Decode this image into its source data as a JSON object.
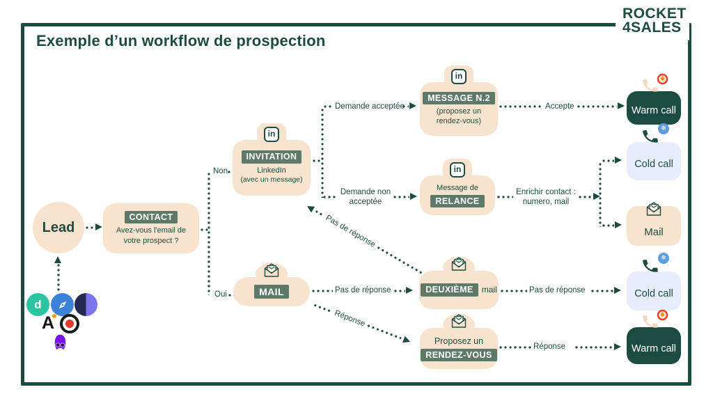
{
  "page": {
    "title": "Exemple d’un workflow de prospection"
  },
  "logo": {
    "line1": "ROCKET",
    "line2": "4SALES"
  },
  "colors": {
    "dark_green": "#1d4b41",
    "badge_green": "#5f7969",
    "beige": "#f8e4ce",
    "cold_blue_bg": "#e7edfc",
    "warm_bg": "#1c4b41",
    "flame_red": "#e8402e",
    "snow_blue": "#5f9ce2"
  },
  "nodes": {
    "lead": {
      "label": "Lead"
    },
    "contact": {
      "badge": "CONTACT",
      "line1": "Avez-vous l'email de",
      "line2": "votre prospect ?"
    },
    "invitation": {
      "badge": "INVITATION",
      "line1": "LinkedIn",
      "line2": "(avec un message)"
    },
    "message_n2": {
      "badge": "MESSAGE N.2",
      "line1": "(proposez un",
      "line2": "rendez-vous)"
    },
    "relance": {
      "line1": "Message de",
      "badge": "RELANCE"
    },
    "mail": {
      "badge": "MAIL"
    },
    "deuxieme": {
      "badge": "DEUXIÈME",
      "suffix": "mail"
    },
    "rendez_vous": {
      "line1": "Proposez un",
      "badge": "RENDEZ-VOUS"
    },
    "warm_call_top": {
      "label": "Warm call"
    },
    "cold_call_top": {
      "label": "Cold call"
    },
    "mail_right": {
      "label": "Mail"
    },
    "cold_call_bottom": {
      "label": "Cold call"
    },
    "warm_call_bottom": {
      "label": "Warm call"
    }
  },
  "labels": {
    "non": "Non",
    "oui": "Oui",
    "demande_acceptee": "Demande acceptée",
    "accepte": "Accepte",
    "demande_non_1": "Demande non",
    "demande_non_2": "acceptée",
    "enrichir_1": "Enrichir contact :",
    "enrichir_2": "numero, mail",
    "pas_de_reponse_mail": "Pas de réponse",
    "pas_de_reponse_right": "Pas de réponse",
    "pas_de_reponse_diagonal": "Pas de réponse",
    "reponse_diagonal": "Réponse",
    "reponse_right": "Réponse",
    "linkedin_glyph": "in"
  },
  "icons": {
    "snowflake_glyph": "❄",
    "dropcontact_letter": "d",
    "apollo_letter": "A"
  }
}
